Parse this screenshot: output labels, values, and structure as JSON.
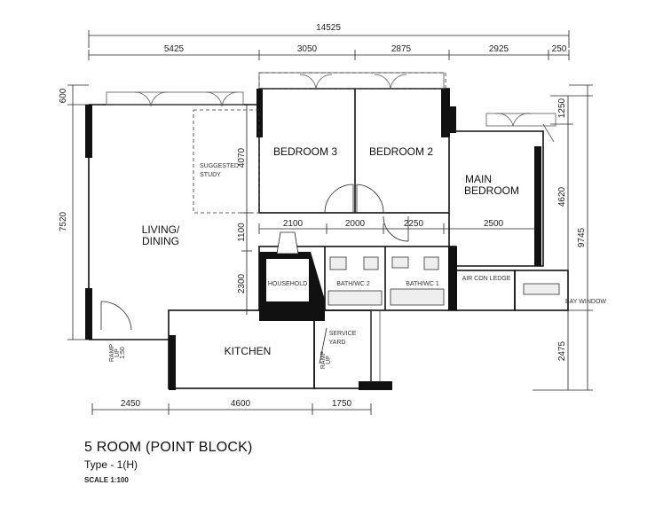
{
  "plan": {
    "title": "5 ROOM (POINT BLOCK)",
    "type": "Type - 1(H)",
    "scale": "SCALE 1:100"
  },
  "dimensions": {
    "overall_width": "14525",
    "top": [
      "5425",
      "3050",
      "2875",
      "2925",
      "250"
    ],
    "left_600": "600",
    "left_7520": "7520",
    "right_1250": "1250",
    "right_4620": "4620",
    "right_9745": "9745",
    "right_2475": "2475",
    "inner_4070": "4070",
    "inner_1100": "1100",
    "inner_2300": "2300",
    "mid": [
      "2100",
      "2000",
      "2250",
      "2500"
    ],
    "bottom": [
      "2450",
      "4600",
      "1750"
    ]
  },
  "rooms": {
    "bedroom3": "BEDROOM  3",
    "bedroom2": "BEDROOM  2",
    "main_bedroom_1": "MAIN",
    "main_bedroom_2": "BEDROOM",
    "living_1": "LIVING/",
    "living_2": "DINING",
    "study_1": "SUGGESTED",
    "study_2": "STUDY",
    "kitchen": "KITCHEN",
    "service_1": "SERVICE",
    "service_2": "YARD",
    "household": "HOUSEHOLD",
    "bath1": "BATH/WC  1",
    "bath2": "BATH/WC  2",
    "aircon": "AIR CON LEDGE",
    "bay": "BAY WINDOW",
    "ramp_1": "RAMP",
    "ramp_2": "UP",
    "ramp_3": "1:50"
  }
}
